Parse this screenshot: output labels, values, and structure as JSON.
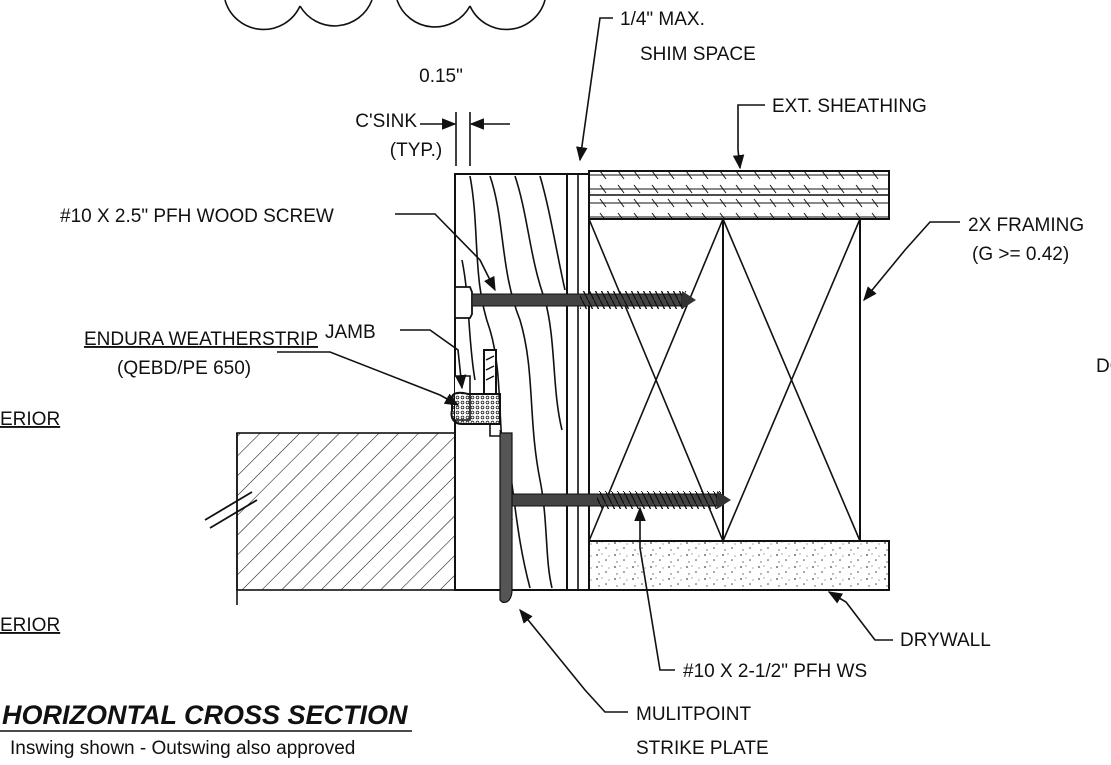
{
  "labels": {
    "csink_value": "0.15\"",
    "csink_text": "C'SINK",
    "csink_typ": "(TYP.)",
    "shim_line1": "1/4\" MAX.",
    "shim_line2": "SHIM SPACE",
    "ext_sheathing": "EXT. SHEATHING",
    "wood_screw": "#10 X 2.5\" PFH WOOD SCREW",
    "framing_line1": "2X FRAMING",
    "framing_line2": "(G >= 0.42)",
    "jamb": "JAMB",
    "weatherstrip_line1": "ENDURA WEATHERSTRIP",
    "weatherstrip_line2": "(QEBD/PE 650)",
    "exterior_partial": "ERIOR",
    "interior_partial": "ERIOR",
    "right_partial": "DO",
    "drywall": "DRYWALL",
    "ws_screw": "#10 X 2-1/2\" PFH WS",
    "strike_line1": "MULITPOINT",
    "strike_line2": "STRIKE PLATE"
  },
  "title": {
    "main": "HORIZONTAL CROSS SECTION",
    "sub": "Inswing shown - Outswing also approved"
  }
}
